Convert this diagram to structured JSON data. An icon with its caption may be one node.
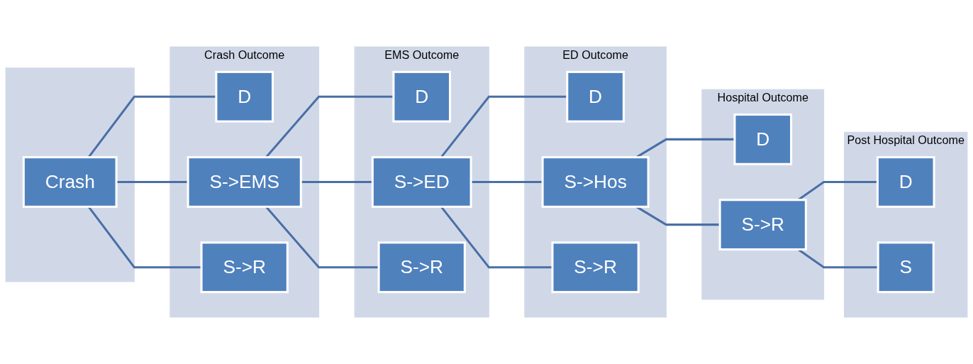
{
  "diagram": {
    "nodes": [
      {
        "text": [],
        "shape": "box"
      },
      {
        "text": [
          "Crash"
        ],
        "in": 0
      },
      {
        "text": [
          "Crash Outcome"
        ]
      },
      {
        "text": [
          "D"
        ],
        "in": 2
      },
      {
        "text": [
          "S->EMS"
        ],
        "in": 2
      },
      {
        "text": [
          "S->R"
        ],
        "in": 2
      },
      {
        "text": [
          "EMS Outcome"
        ]
      },
      {
        "text": [
          "D"
        ],
        "in": 6
      },
      {
        "text": [
          "S->ED"
        ],
        "in": 6
      },
      {
        "text": [
          "S->R"
        ],
        "in": 6
      },
      {
        "text": [
          "ED Outcome"
        ]
      },
      {
        "text": [
          "D"
        ],
        "in": 10
      },
      {
        "text": [
          "S->Hos"
        ],
        "in": 10
      },
      {
        "text": [
          "S->R"
        ],
        "in": 10
      },
      {
        "text": [
          "Hospital Outcome"
        ]
      },
      {
        "text": [
          "D"
        ],
        "in": 14
      },
      {
        "text": [
          "S->R"
        ],
        "in": 14
      },
      {
        "text": [
          "Post Hospital Outcome"
        ]
      },
      {
        "text": [
          "D"
        ],
        "in": 17
      },
      {
        "text": [
          "S"
        ],
        "in": 17
      }
    ],
    "edges": [
      {
        "from": 1,
        "to": 3,
        "arrow": "none"
      },
      {
        "from": 1,
        "to": 4,
        "arrow": "none"
      },
      {
        "from": 1,
        "to": 5,
        "arrow": "none"
      },
      {
        "from": 4,
        "to": 7,
        "arrow": "none"
      },
      {
        "from": 4,
        "to": 8,
        "arrow": "none"
      },
      {
        "from": 4,
        "to": 9,
        "arrow": "none"
      },
      {
        "from": 8,
        "to": 11,
        "arrow": "none"
      },
      {
        "from": 8,
        "to": 12,
        "arrow": "none"
      },
      {
        "from": 8,
        "to": 13,
        "arrow": "none"
      },
      {
        "from": 12,
        "to": 15,
        "arrow": "none"
      },
      {
        "from": 12,
        "to": 16,
        "arrow": "none"
      },
      {
        "from": 16,
        "to": 18,
        "arrow": "none"
      },
      {
        "from": 16,
        "to": 19,
        "arrow": "none"
      }
    ]
  }
}
